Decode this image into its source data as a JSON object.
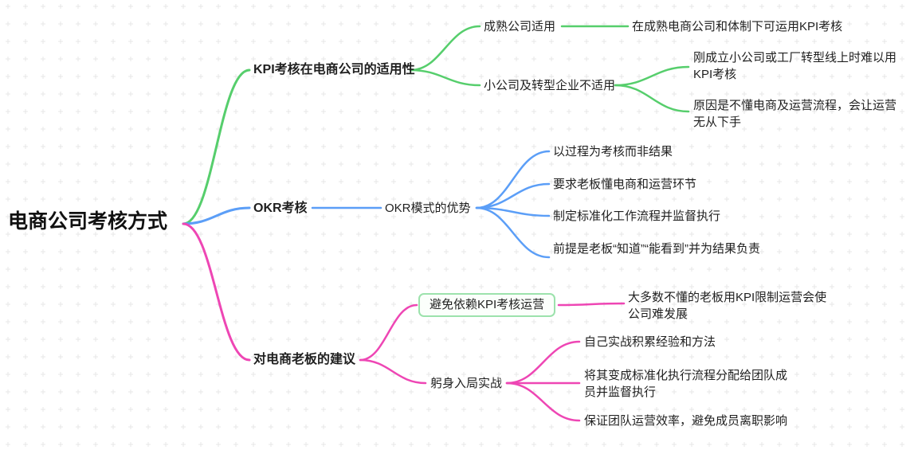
{
  "palette": {
    "branch_green": "#56CE6C",
    "branch_blue": "#5B9EF7",
    "branch_pink": "#EE46B4",
    "highlight_border": "#9CE2AC",
    "highlight_bg": "#FBFFFB",
    "grid_dot": "#E7E7E7",
    "text": "#1F1F1F"
  },
  "mindmap": {
    "root": {
      "label": "电商公司考核方式"
    },
    "branches": [
      {
        "label": "KPI考核在电商公司的适用性",
        "color": "#56CE6C",
        "children": [
          {
            "label": "成熟公司适用",
            "children": [
              {
                "label": "在成熟电商公司和体制下可运用KPI考核"
              }
            ]
          },
          {
            "label": "小公司及转型企业不适用",
            "children": [
              {
                "label": "刚成立小公司或工厂转型线上时难以用KPI考核"
              },
              {
                "label": "原因是不懂电商及运营流程，会让运营无从下手"
              }
            ]
          }
        ]
      },
      {
        "label": "OKR考核",
        "color": "#5B9EF7",
        "children": [
          {
            "label": "OKR模式的优势",
            "children": [
              {
                "label": "以过程为考核而非结果"
              },
              {
                "label": "要求老板懂电商和运营环节"
              },
              {
                "label": "制定标准化工作流程并监督执行"
              },
              {
                "label": "前提是老板“知道”“能看到”并为结果负责"
              }
            ]
          }
        ]
      },
      {
        "label": "对电商老板的建议",
        "color": "#EE46B4",
        "children": [
          {
            "label": "避免依赖KPI考核运营",
            "highlighted": true,
            "children": [
              {
                "label": "大多数不懂的老板用KPI限制运营会使公司难发展"
              }
            ]
          },
          {
            "label": "躬身入局实战",
            "children": [
              {
                "label": "自己实战积累经验和方法"
              },
              {
                "label": "将其变成标准化执行流程分配给团队成员并监督执行"
              },
              {
                "label": "保证团队运营效率，避免成员离职影响"
              }
            ]
          }
        ]
      }
    ]
  }
}
